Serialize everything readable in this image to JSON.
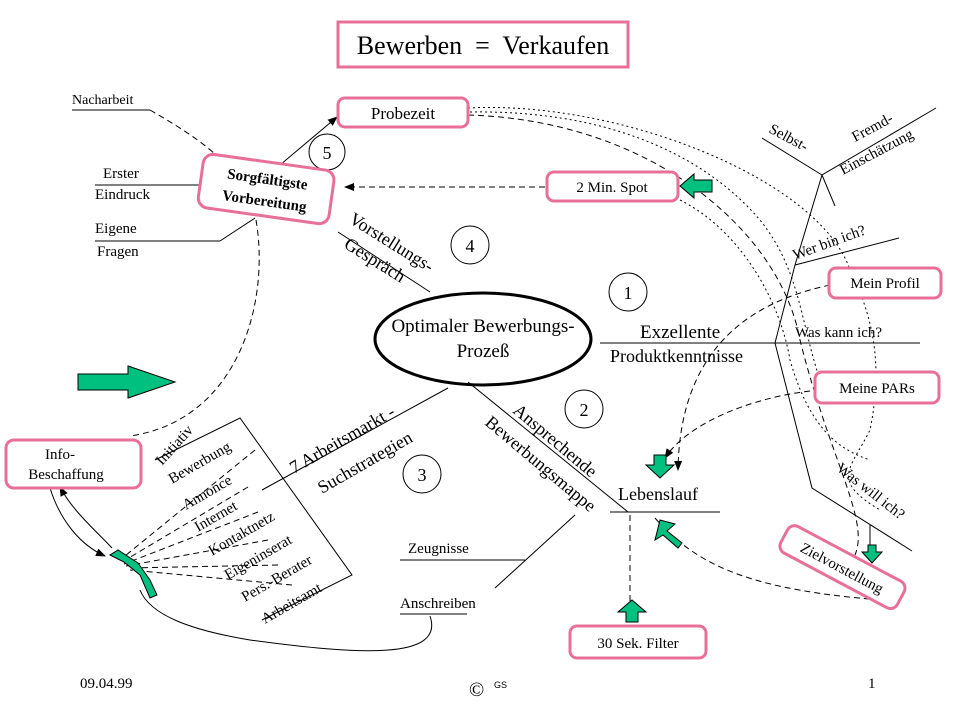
{
  "title": "Bewerben  =  Verkaufen",
  "center": {
    "line1": "Optimaler Bewerbungs-",
    "line2": "Prozeß"
  },
  "numbers": {
    "n1": "1",
    "n2": "2",
    "n3": "3",
    "n4": "4",
    "n5": "5"
  },
  "boxes": {
    "probezeit": "Probezeit",
    "vorbereitung_line1": "Sorgfältigste",
    "vorbereitung_line2": "Vorbereitung",
    "spot": "2 Min. Spot",
    "mein_profil": "Mein Profil",
    "meine_pars": "Meine PARs",
    "info_line1": "Info-",
    "info_line2": "Beschaffung",
    "zielvorstellung": "Zielvorstellung",
    "filter": "30 Sek. Filter"
  },
  "left_labels": {
    "nacharbeit": "Nacharbeit",
    "erster": "Erster",
    "eindruck": "Eindruck",
    "eigene": "Eigene",
    "fragen": "Fragen"
  },
  "branches": {
    "vorstellung_1": "Vorstellungs-",
    "vorstellung_2": "Gespräch",
    "exzellente_1": "Exzellente",
    "exzellente_2": "Produktkenntnisse",
    "ansprechende_1": "Ansprechende",
    "ansprechende_2": "Bewerbungsmappe",
    "arbeitsmarkt_1": "7 Arbeitsmarkt -",
    "arbeitsmarkt_2": "Suchstrategien",
    "lebenslauf": "Lebenslauf",
    "zeugnisse": "Zeugnisse",
    "anschreiben": "Anschreiben"
  },
  "strategies": [
    "Initiativ",
    "Bewerbung",
    "Annonce",
    "Internet",
    "Kontaktnetz",
    "Eigeninserat",
    "Pers.-Berater",
    "Arbeitsamt"
  ],
  "right_labels": {
    "selbst": "Selbst-",
    "fremd": "Fremd-",
    "einschaetzung": "Einschätzung",
    "wer": "Wer bin ich?",
    "was_kann": "Was kann ich?",
    "was_will": "Was will ich?"
  },
  "footer": {
    "date": "09.04.99",
    "copyright": "©",
    "initials": "GS",
    "page": "1"
  },
  "colors": {
    "box_border": "#e87098",
    "arrow_fill": "#00c080",
    "line": "#000000"
  }
}
